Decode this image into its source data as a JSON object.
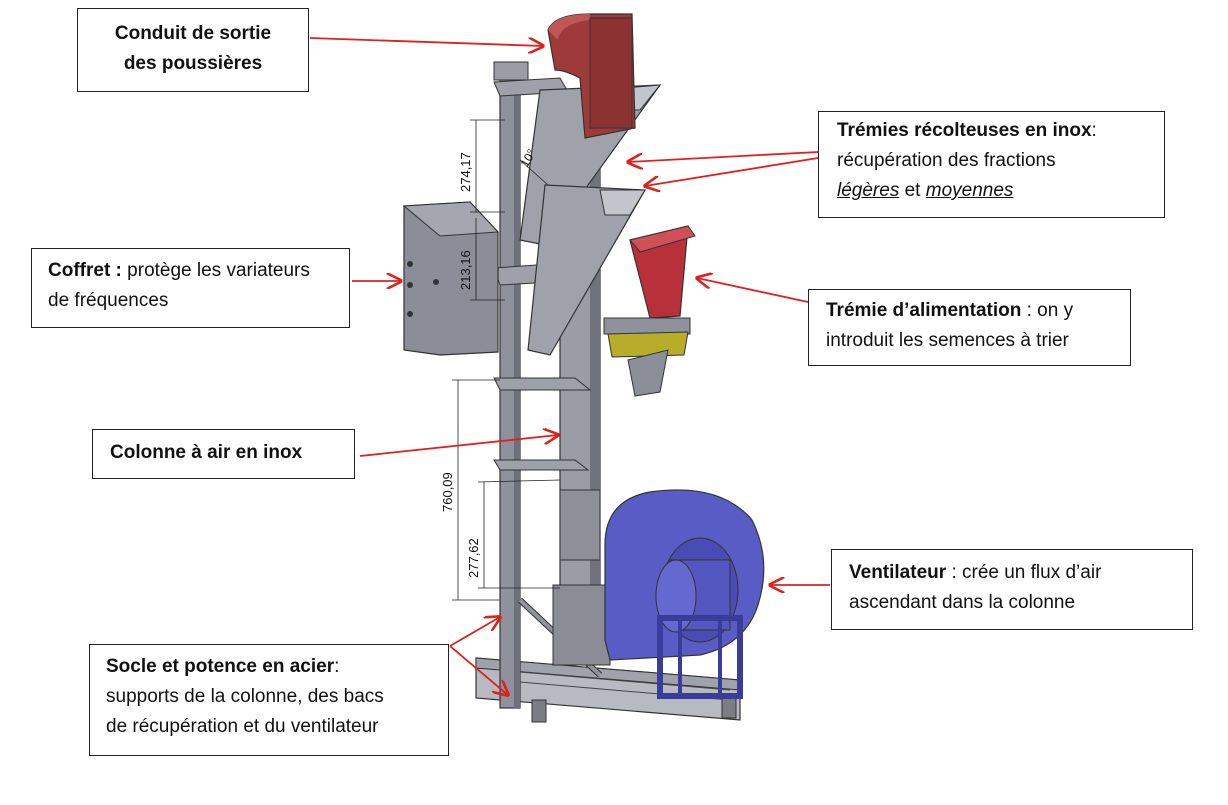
{
  "labels": {
    "conduit": {
      "title": "Conduit de sortie",
      "line2": "des poussières"
    },
    "tremies": {
      "title": "Trémies récolteuses en inox",
      "sep": ":",
      "line2": "récupération des fractions",
      "word1": "légères",
      "conj": "et",
      "word2": "moyennes"
    },
    "coffret": {
      "title": "Coffret :",
      "rest": "protège les variateurs",
      "line2": "de fréquences"
    },
    "alimentation": {
      "title": "Trémie d’alimentation",
      "rest": ": on y",
      "line2": "introduit les semences à trier"
    },
    "colonne": {
      "title": "Colonne à air en inox"
    },
    "ventilateur": {
      "title": "Ventilateur",
      "rest": ": crée un flux d’air",
      "line2": "ascendant dans la colonne"
    },
    "socle": {
      "title": "Socle et potence en acier",
      "sep": ":",
      "line2": "supports de la colonne, des bacs",
      "line3": "de récupération et du ventilateur"
    }
  },
  "dimensions": {
    "d1": "274,17",
    "d2": "213,16",
    "d3": "760,09",
    "d4": "277,62",
    "angle": "10°"
  },
  "colors": {
    "arrow": "#e0201c",
    "steel": "#8f929c",
    "steel_dark": "#5b5e68",
    "duct": "#9e3a3a",
    "hopper": "#b8303a",
    "tray": "#b7ad2a",
    "fan": "#5a5cc6"
  }
}
